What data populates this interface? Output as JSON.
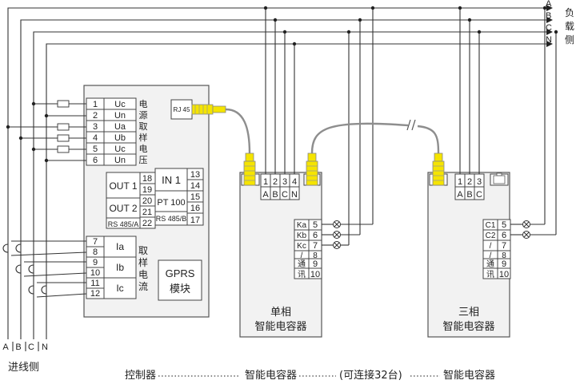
{
  "colors": {
    "line": "#333333",
    "box_fill": "#f2f2f2",
    "connector": "#f5e400",
    "cable": "#8e8e8e"
  },
  "bus": {
    "phases": [
      "A",
      "B",
      "C",
      "N"
    ],
    "load_side": "负载侧",
    "load_side_chars": [
      "负",
      "载",
      "侧"
    ],
    "line_side": "进线侧"
  },
  "controller": {
    "rj45": "RJ 45",
    "power_terminals": [
      {
        "num": "1",
        "label": "Uc"
      },
      {
        "num": "2",
        "label": "Un"
      },
      {
        "num": "3",
        "label": "Ua"
      },
      {
        "num": "4",
        "label": "Ub"
      },
      {
        "num": "5",
        "label": "Uc"
      },
      {
        "num": "6",
        "label": "Un"
      }
    ],
    "power_title_chars": [
      "电",
      "源",
      "取",
      "样",
      "电",
      "压"
    ],
    "out1": "OUT 1",
    "out2": "OUT 2",
    "rs485a": "RS 485/A",
    "in1": "IN 1",
    "pt100": "PT 100",
    "rs485b": "RS 485/B",
    "mid_numbers": [
      "18",
      "19",
      "20",
      "21",
      "22"
    ],
    "right_numbers": [
      "13",
      "14",
      "15",
      "16",
      "17"
    ],
    "current_numbers": [
      "7",
      "8",
      "9",
      "10",
      "11",
      "12"
    ],
    "current_labels": [
      "Ia",
      "Ib",
      "Ic"
    ],
    "current_title_chars": [
      "取",
      "样",
      "电",
      "流"
    ],
    "gprs_line1": "GPRS",
    "gprs_line2": "模块"
  },
  "single_phase": {
    "top_numbers": [
      "1",
      "2",
      "3",
      "4"
    ],
    "top_labels": [
      "A",
      "B",
      "C",
      "N"
    ],
    "terminals": [
      {
        "label": "Ka",
        "num": "5"
      },
      {
        "label": "Kb",
        "num": "6"
      },
      {
        "label": "Kc",
        "num": "7"
      },
      {
        "label": "/",
        "num": "8"
      },
      {
        "label": "通",
        "num": "9"
      },
      {
        "label": "讯",
        "num": "10"
      }
    ],
    "title_line1": "单相",
    "title_line2": "智能电容器"
  },
  "three_phase": {
    "top_numbers": [
      "1",
      "2",
      "3"
    ],
    "top_labels": [
      "A",
      "B",
      "C"
    ],
    "terminals": [
      {
        "label": "C1",
        "num": "5"
      },
      {
        "label": "C2",
        "num": "6"
      },
      {
        "label": "/",
        "num": "7"
      },
      {
        "label": "/",
        "num": "8"
      },
      {
        "label": "通",
        "num": "9"
      },
      {
        "label": "讯",
        "num": "10"
      }
    ],
    "title_line1": "三相",
    "title_line2": "智能电容器"
  },
  "caption": {
    "controller": "控制器",
    "capacitor_a": "智能电容器",
    "note": "(可连接32台)",
    "capacitor_b": "智能电容器"
  }
}
